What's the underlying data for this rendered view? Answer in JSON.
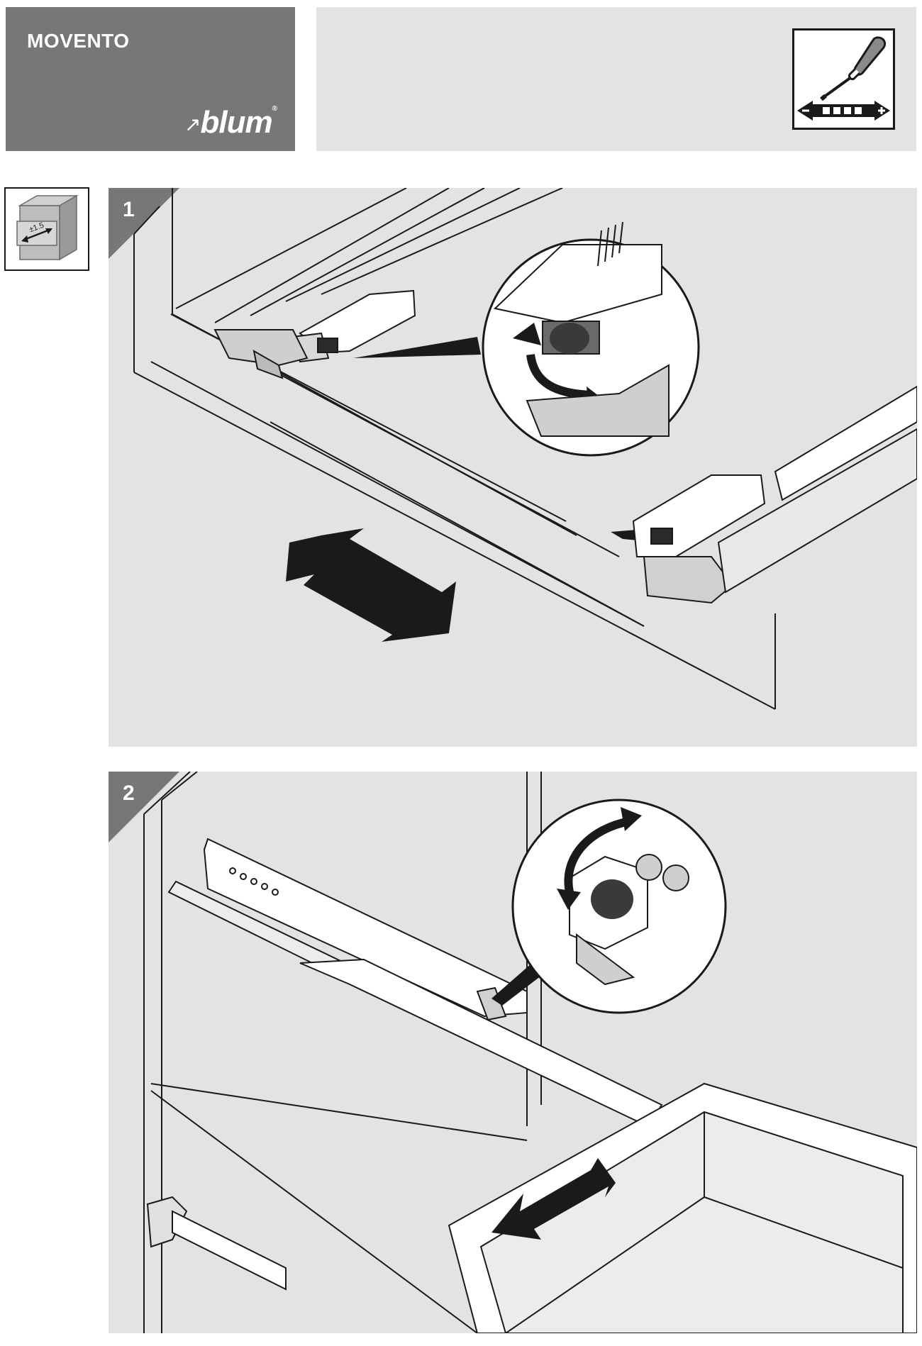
{
  "header": {
    "product": "MOVENTO",
    "brand": "blum",
    "brand_mark": "®",
    "tool_icon": "screwdriver-icon",
    "adjust_icon": "minus-plus-arrow-icon"
  },
  "side_icon": {
    "name": "depth-adjustment-cabinet-icon",
    "label": "±1.5"
  },
  "steps": [
    {
      "number": "1"
    },
    {
      "number": "2"
    }
  ],
  "colors": {
    "title_bg": "#77777a",
    "panel_bg": "#e3e3e3",
    "line": "#1a1a1a"
  }
}
